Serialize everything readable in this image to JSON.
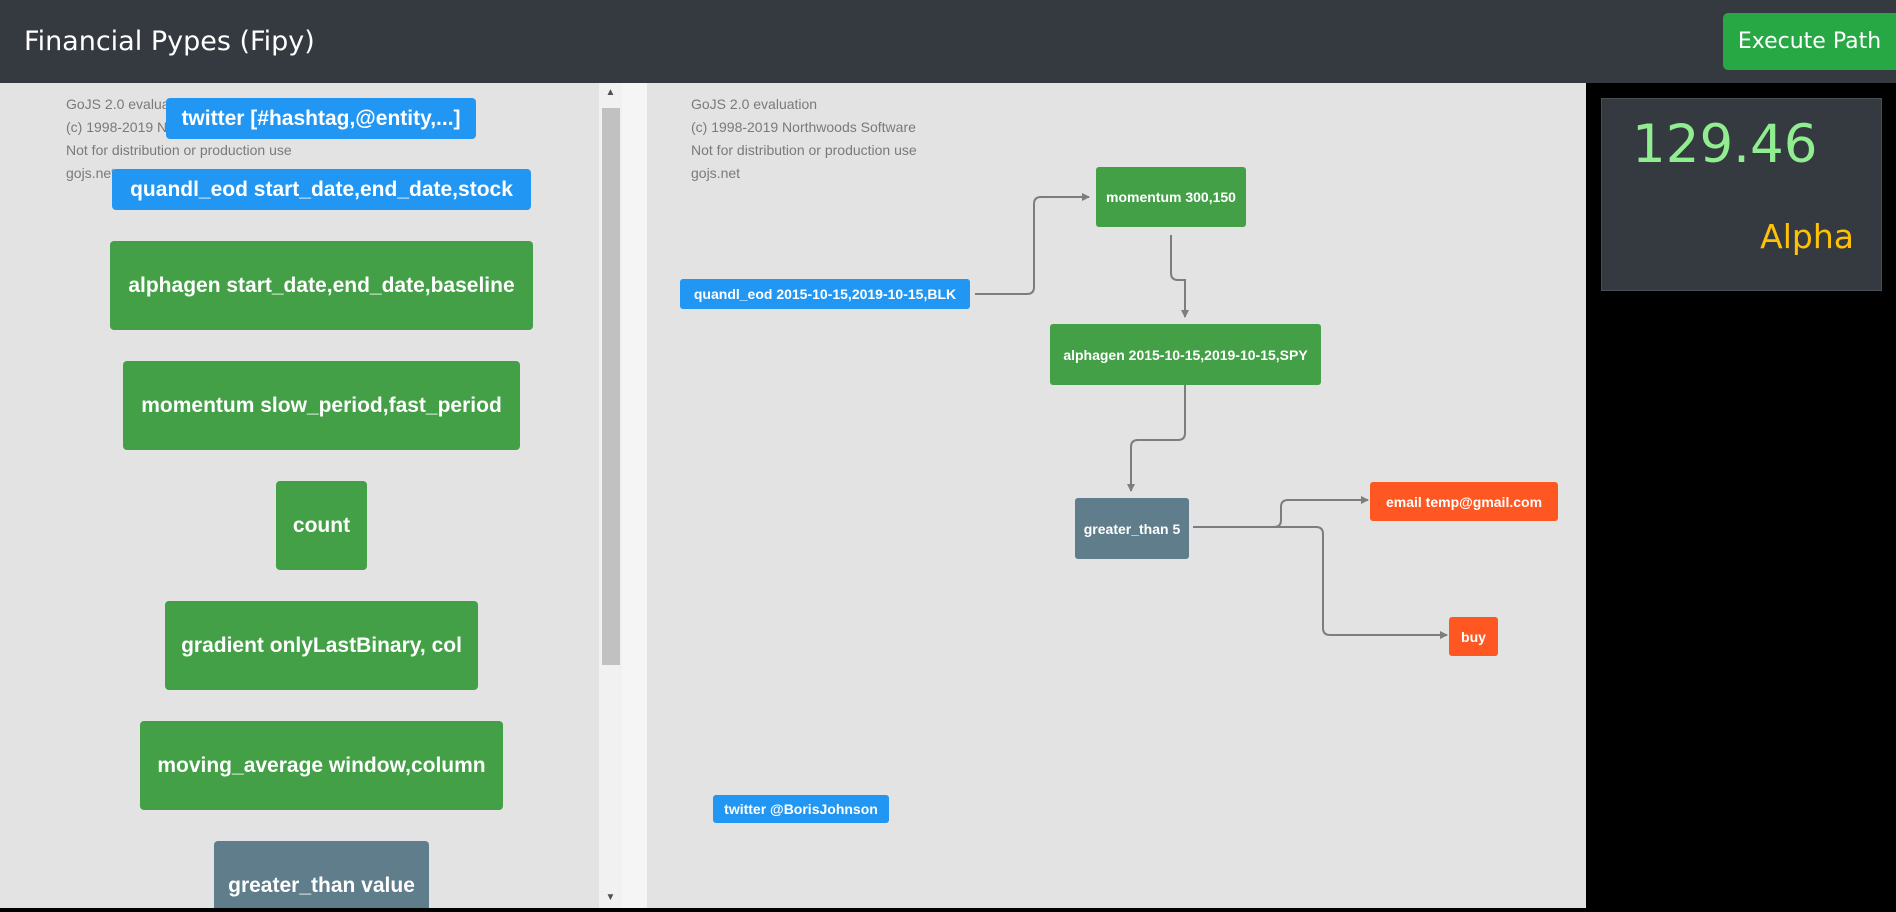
{
  "app": {
    "title": "Financial Pypes (Fipy)",
    "execute_label": "Execute Path"
  },
  "watermark": {
    "line1": "GoJS 2.0 evaluation",
    "line2": "(c) 1998-2019 Northwoods Software",
    "line3": "Not for distribution or production use",
    "line4": "gojs.net"
  },
  "palette": {
    "items": [
      {
        "label": "twitter [#hashtag,@entity,...]",
        "color": "blue"
      },
      {
        "label": "quandl_eod start_date,end_date,stock",
        "color": "blue"
      },
      {
        "label": "alphagen start_date,end_date,baseline",
        "color": "green"
      },
      {
        "label": "momentum slow_period,fast_period",
        "color": "green"
      },
      {
        "label": "count",
        "color": "green"
      },
      {
        "label": "gradient onlyLastBinary, col",
        "color": "green"
      },
      {
        "label": "moving_average window,column",
        "color": "green"
      },
      {
        "label": "greater_than value",
        "color": "slate"
      }
    ]
  },
  "diagram": {
    "nodes": {
      "quandl": "quandl_eod 2015-10-15,2019-10-15,BLK",
      "momentum": "momentum 300,150",
      "alphagen": "alphagen 2015-10-15,2019-10-15,SPY",
      "greater": "greater_than 5",
      "email": "email temp@gmail.com",
      "buy": "buy",
      "twitter": "twitter @BorisJohnson"
    }
  },
  "result": {
    "value": "129.46",
    "label": "Alpha"
  },
  "colors": {
    "blue": "#2196f3",
    "green": "#43a047",
    "slate": "#607d8b",
    "orange": "#ff5722",
    "value_text": "#90ee90",
    "label_text": "#ffc107"
  }
}
